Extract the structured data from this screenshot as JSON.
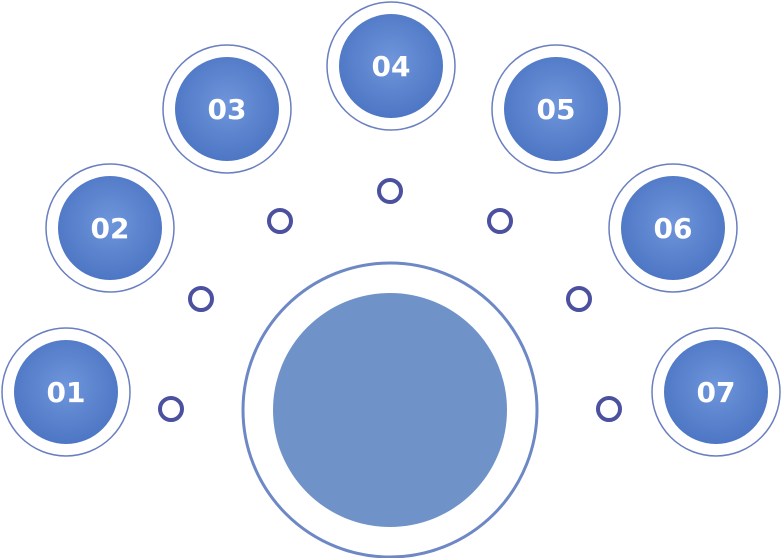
{
  "colors": {
    "node_fill_center": "#6f96db",
    "node_fill_edge": "#4a73c2",
    "ring_stroke": "#6a7fc0",
    "dot_stroke": "#4b519e",
    "hub_fill": "#6f93c9",
    "hub_ring": "#6d88c5",
    "label_color": "#ffffff"
  },
  "nodes": [
    {
      "label": "01"
    },
    {
      "label": "02"
    },
    {
      "label": "03"
    },
    {
      "label": "04"
    },
    {
      "label": "05"
    },
    {
      "label": "06"
    },
    {
      "label": "07"
    }
  ],
  "connector_dots": 7,
  "hub": {
    "label": ""
  }
}
